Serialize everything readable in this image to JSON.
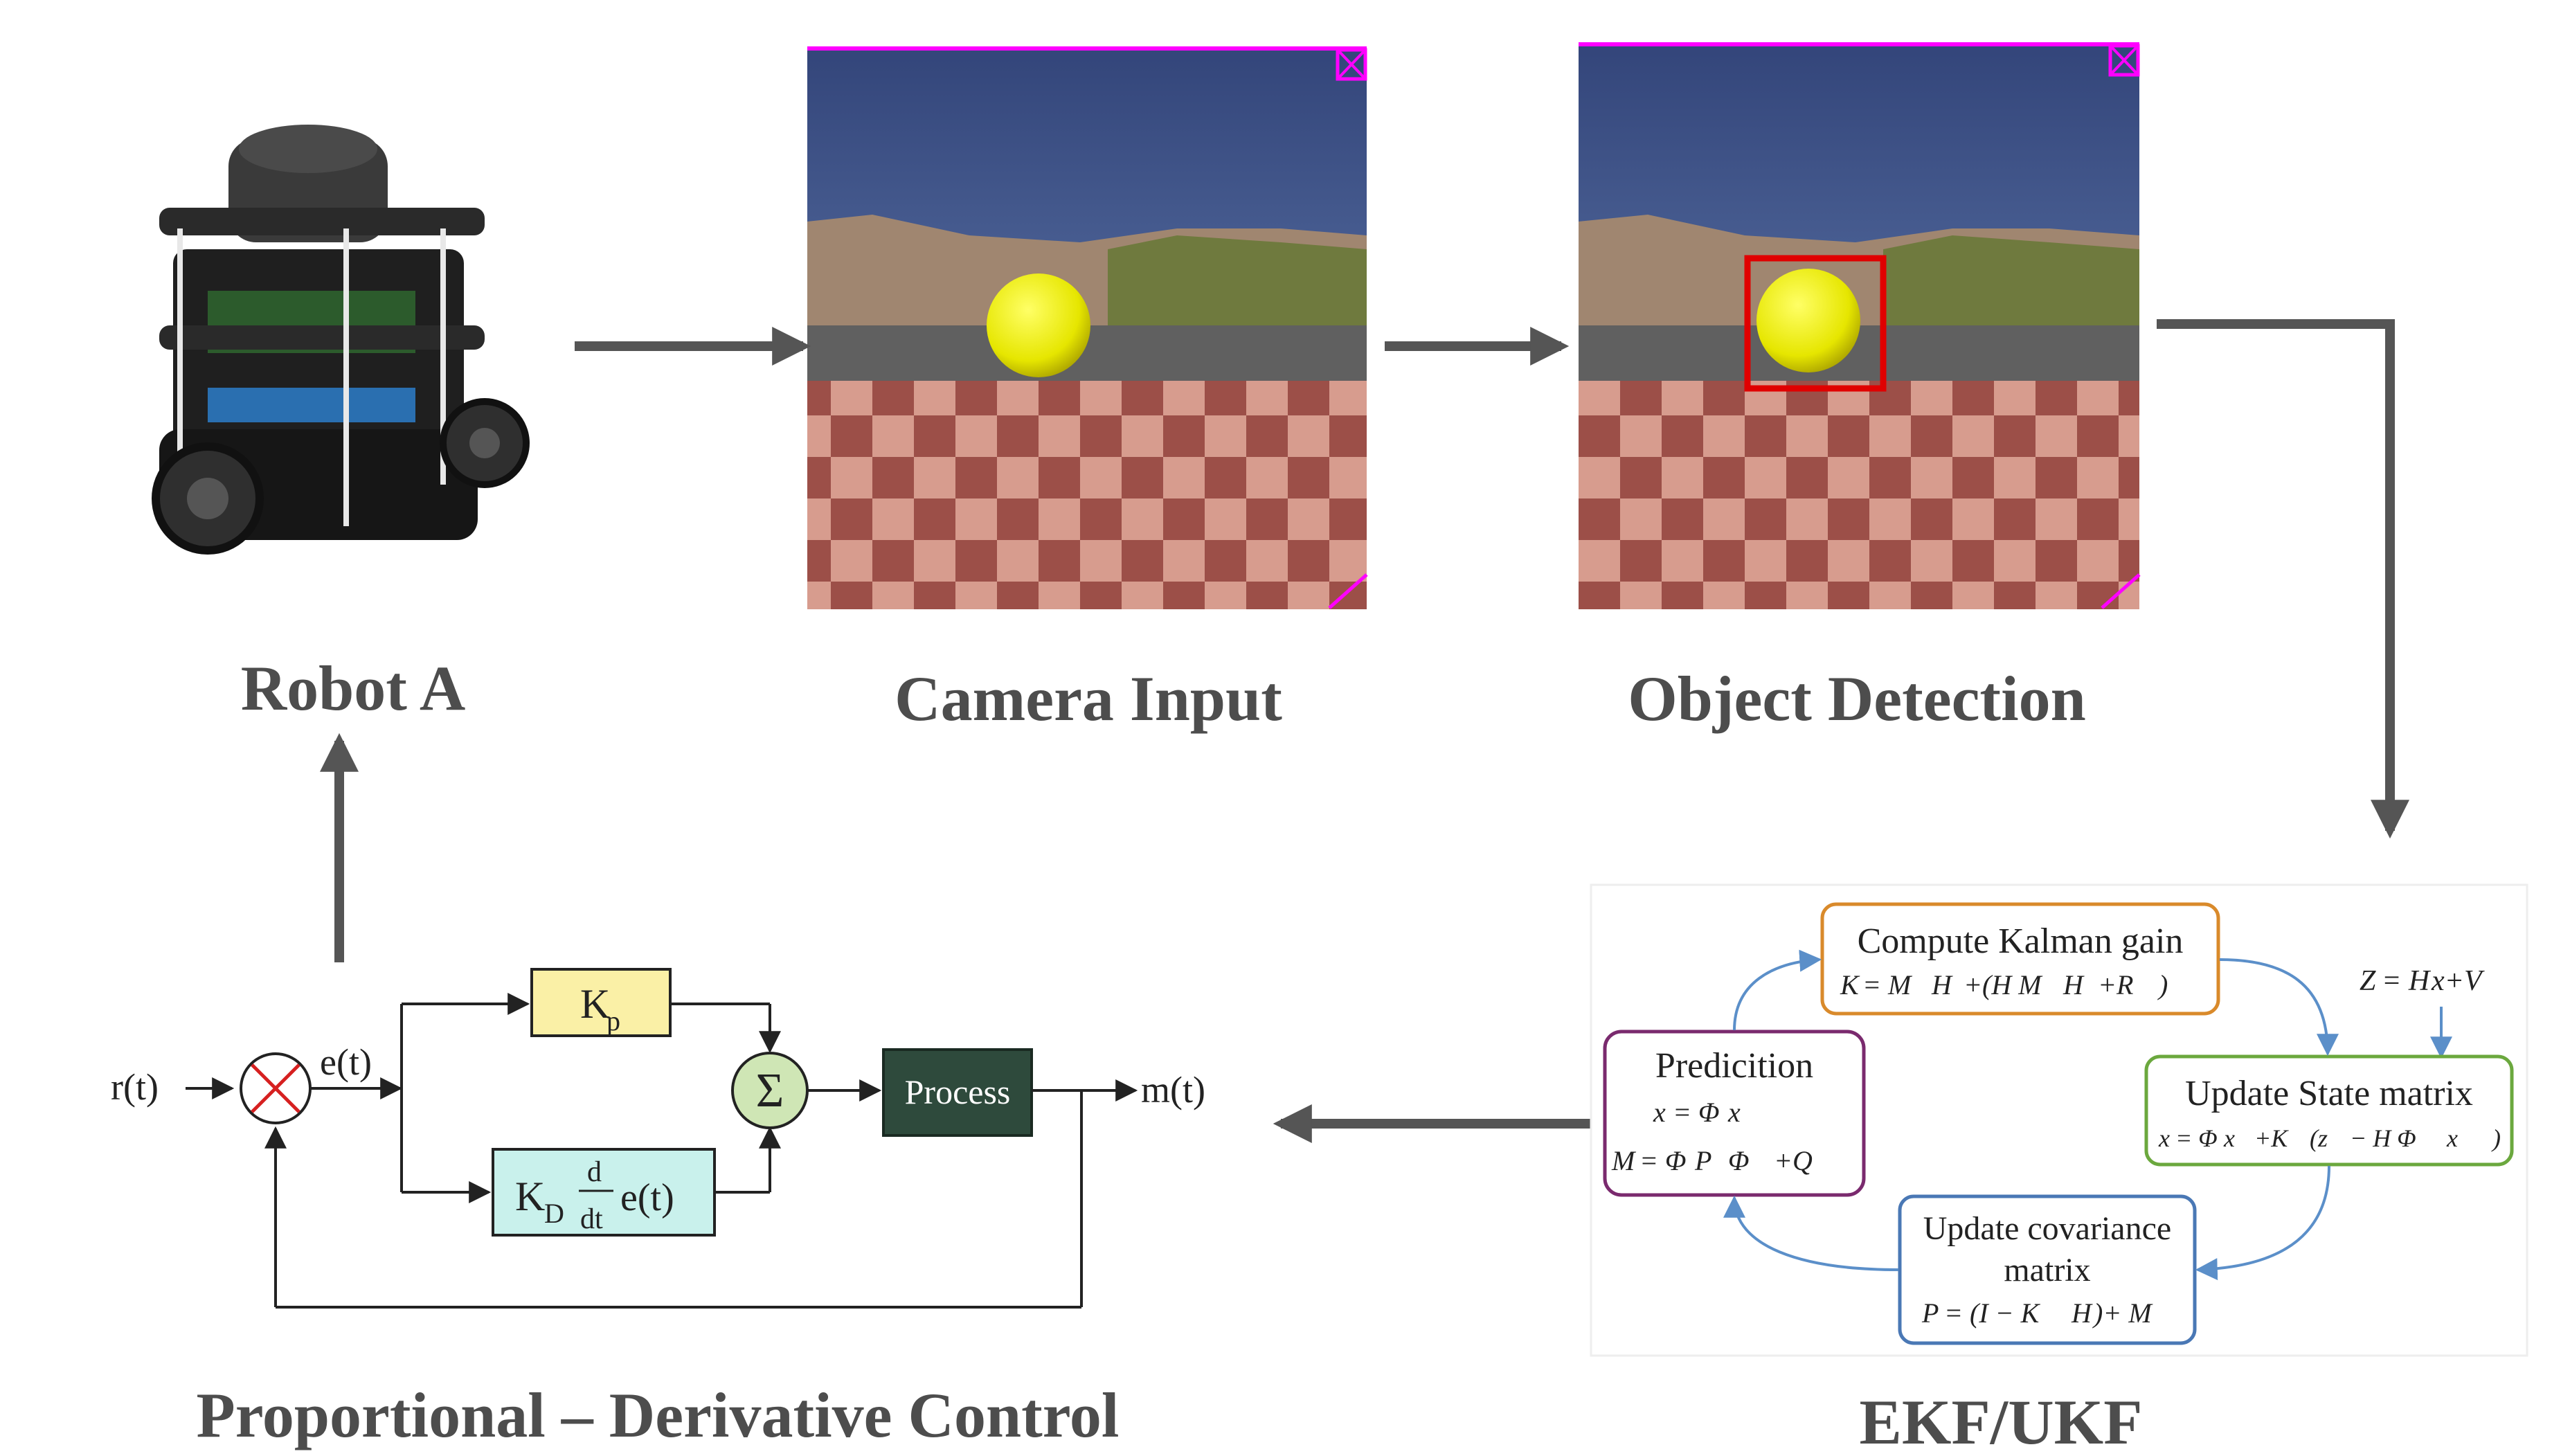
{
  "labels": {
    "robot": "Robot A",
    "camera": "Camera Input",
    "detection": "Object Detection",
    "pd": "Proportional – Derivative Control",
    "ekf": "EKF/UKF"
  },
  "pd_block": {
    "reference": "r(t)",
    "error": "e(t)",
    "kp_main": "K",
    "kp_sub": "p",
    "kd_main": "K",
    "kd_sub": "D",
    "deriv_num": "d",
    "deriv_den": "dt",
    "kd_signal": "e(t)",
    "sum": "Σ",
    "process": "Process",
    "output": "m(t)"
  },
  "ekf_block": {
    "kalman_title": "Compute Kalman gain",
    "kalman_eq": "K",
    "kalman_rhs": "= M",
    "kalman_tail": "H",
    "kalman_paren": "+(H M",
    "kalman_paren2": "H",
    "kalman_close": "+R",
    "obs_eq_lhs": "Z",
    "obs_eq_rhs": "= H",
    "obs_eq_tail": "x+V",
    "pred_title": "Predicition",
    "pred_eq1": "x",
    "pred_eq1_rhs": "= Φ",
    "pred_eq1_tail": "x",
    "pred_eq2": "M",
    "pred_eq2_rhs": "= Φ",
    "pred_eq2_mid": "P",
    "pred_eq2_mid2": "Φ",
    "pred_eq2_tail": "+Q",
    "update_title": "Update State matrix",
    "update_eq": "x",
    "update_rhs": "= Φ",
    "update_mid": "x",
    "update_mid2": "+K",
    "update_paren": "(z",
    "update_paren2": "− H Φ",
    "update_close": "x",
    "cov_title1": "Update covariance",
    "cov_title2": "matrix",
    "cov_eq": "P",
    "cov_rhs": "= (I − K",
    "cov_mid": "H",
    "cov_tail": ")+ M"
  },
  "colors": {
    "arrow": "#555555",
    "title": "#4d4d4d",
    "kp_fill": "#faf0a6",
    "kd_fill": "#c9f1ec",
    "sum_fill": "#cfe6b5",
    "process_fill": "#2e4a3c",
    "kalman_border": "#d98a2b",
    "pred_border": "#7a2a6e",
    "update_border": "#6ba83e",
    "cov_border": "#4a78b5",
    "cycle_arrow": "#5b8fc9"
  },
  "icons": [
    "robot-image",
    "camera-frame-image",
    "detection-frame-image",
    "bounding-box",
    "summing-junction-icon",
    "comparator-icon"
  ]
}
